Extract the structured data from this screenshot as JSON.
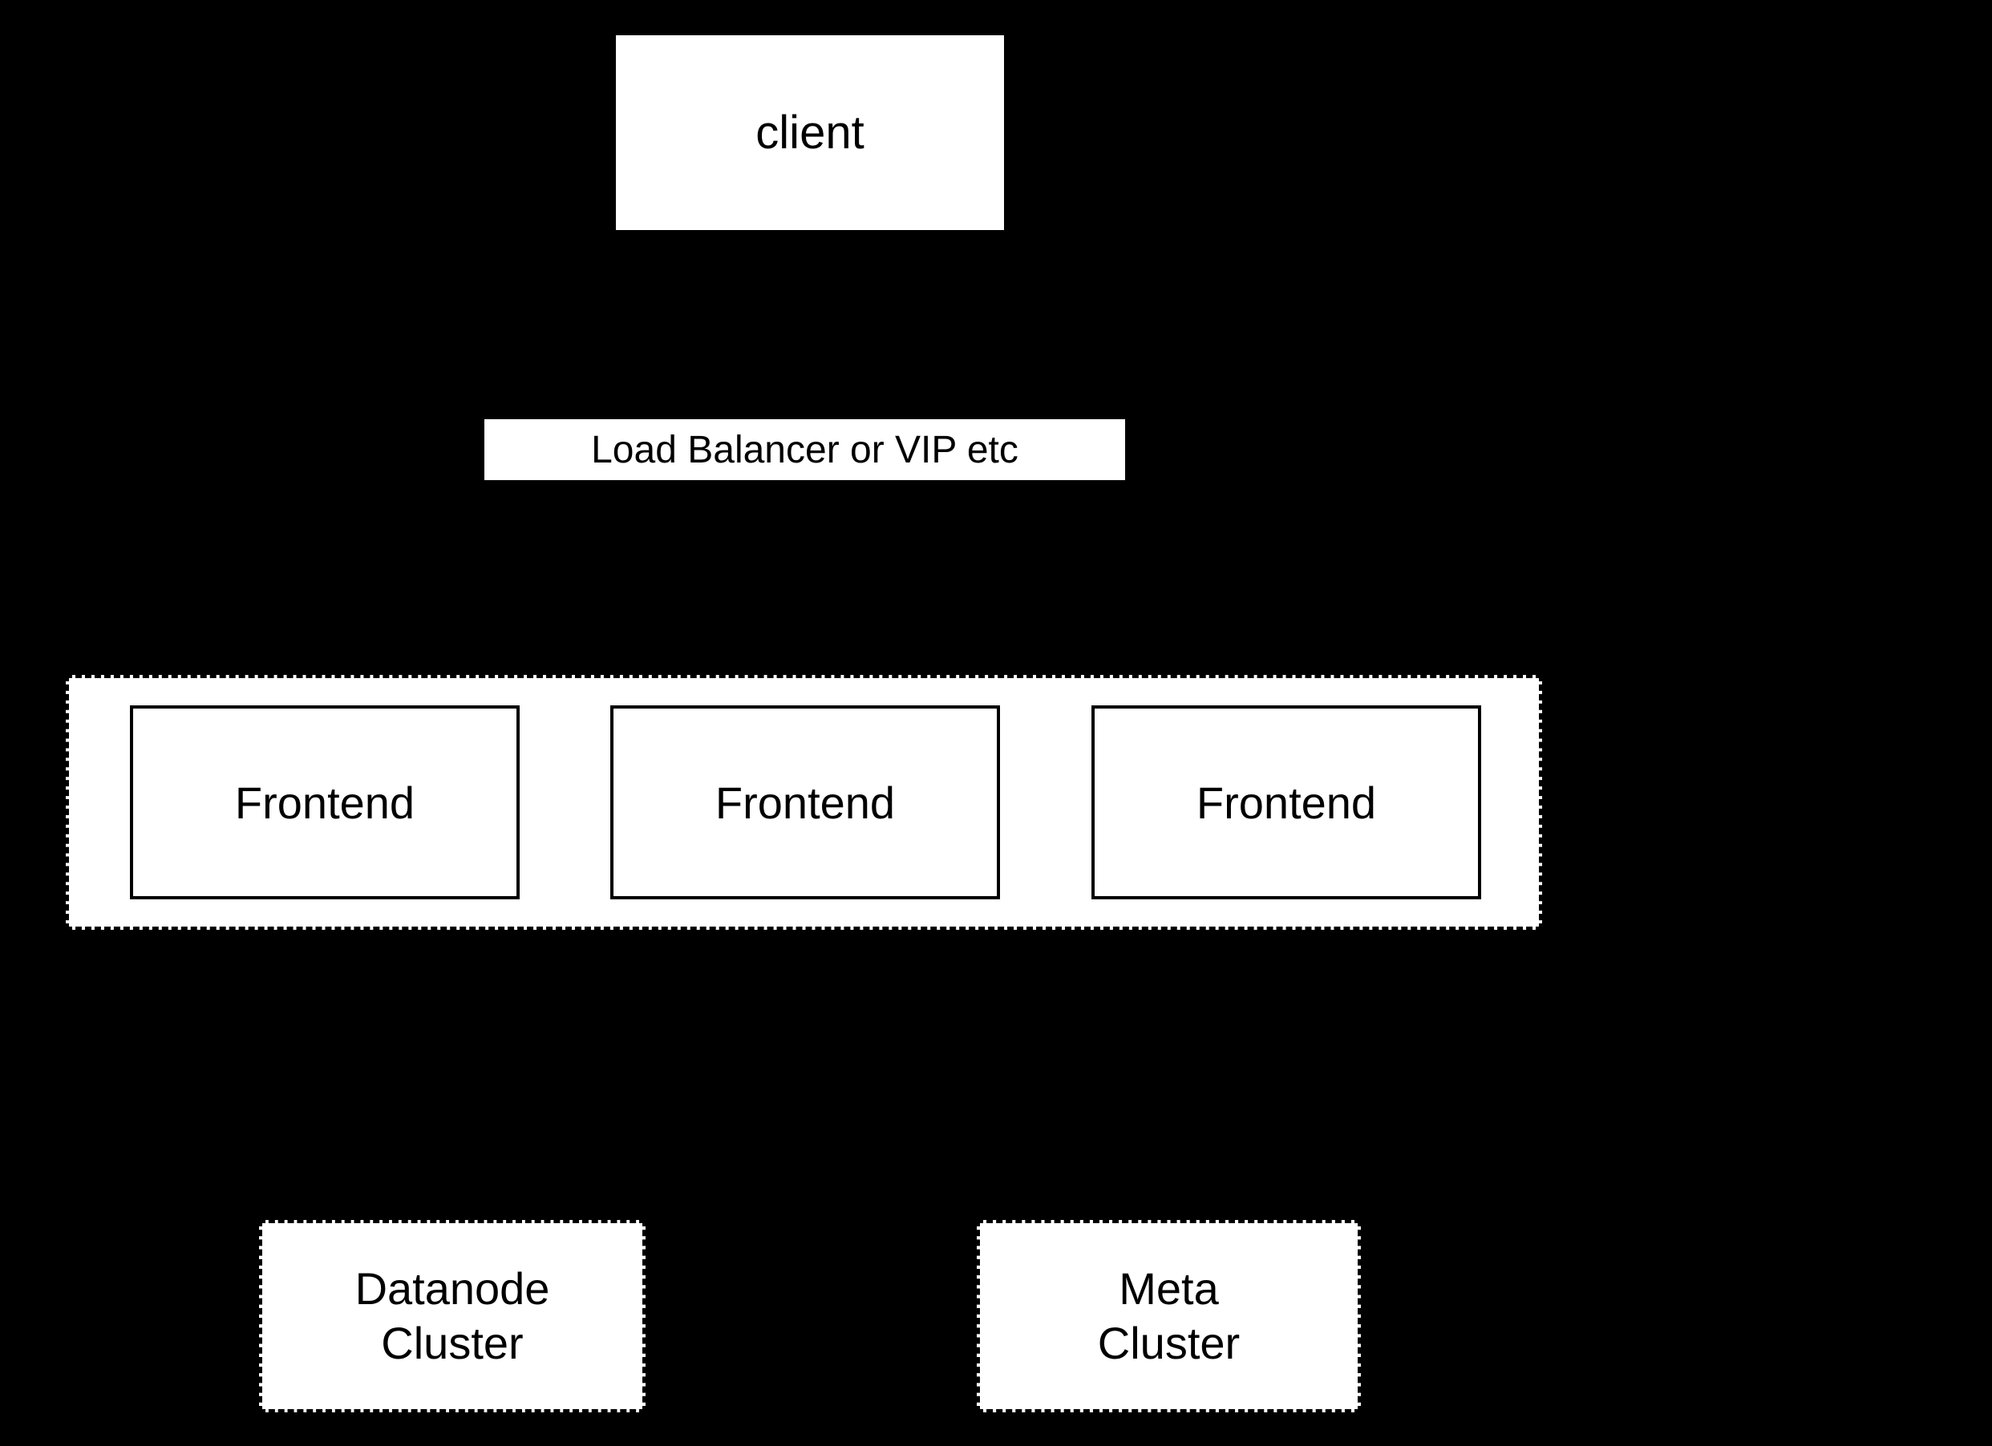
{
  "diagram": {
    "background_color": "#000000",
    "node_fill_color": "#ffffff",
    "node_text_color": "#000000",
    "node_border_color": "#000000",
    "client": {
      "label": "client"
    },
    "load_balancer": {
      "label": "Load Balancer or VIP etc"
    },
    "frontend_group": {
      "nodes": [
        {
          "label": "Frontend"
        },
        {
          "label": "Frontend"
        },
        {
          "label": "Frontend"
        }
      ]
    },
    "clusters": [
      {
        "label": "Datanode\nCluster"
      },
      {
        "label": "Meta\nCluster"
      }
    ]
  }
}
